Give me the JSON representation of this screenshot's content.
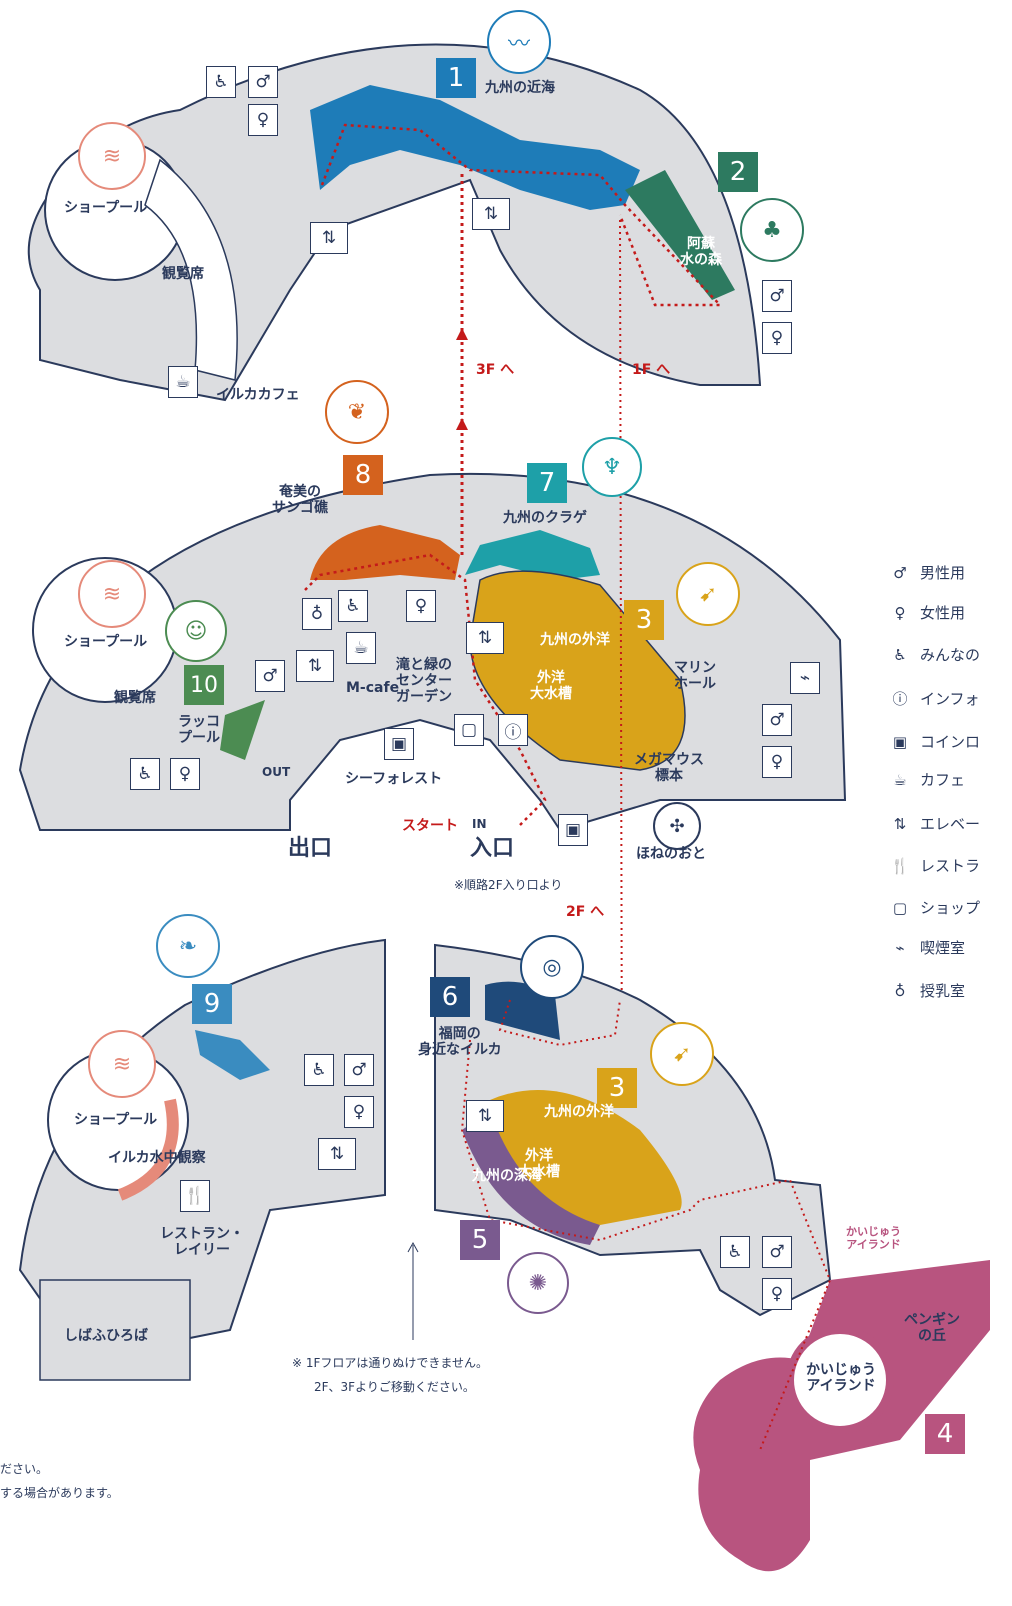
{
  "colors": {
    "floor": "#dcdde0",
    "wall": "#2b3a5c",
    "route": "#c41a1a",
    "zone1": "#1e7cb8",
    "zone2": "#2d7a60",
    "zone3": "#d9a31a",
    "zone4": "#b8547f",
    "zone5": "#7a5a8f",
    "zone6": "#1f4a7a",
    "zone7": "#1ea0a8",
    "zone8": "#d4621e",
    "zone9": "#3a8cc0",
    "zone10": "#4c8c52",
    "pool_ring": "#e58a7a"
  },
  "floor3": {
    "zones": {
      "n1": "1",
      "label1": "九州の近海",
      "n2": "2",
      "label2": "阿蘇\n水の森"
    },
    "show_pool": "ショープール",
    "seats": "観覧席",
    "dolphin_cafe": "イルカカフェ",
    "to_3f": "3F へ",
    "to_1f": "1F へ"
  },
  "floor2": {
    "n8": "8",
    "label8": "奄美の\nサンゴ礁",
    "n7": "7",
    "label7": "九州のクラゲ",
    "n3": "3",
    "tank_arc": "九州の外洋",
    "tank_center": "外洋\n大水槽",
    "n10": "10",
    "label10": "ラッコ\nプール",
    "show_pool": "ショープール",
    "seats": "観覧席",
    "m_cafe": "M-cafe",
    "garden": "滝と緑の\nセンター\nガーデン",
    "marine_hall": "マリン\nホール",
    "megamouth": "メガマウス\n標本",
    "sea_forest": "シーフォレスト",
    "bones": "ほねのおと",
    "out": "OUT",
    "exit": "出口",
    "in": "IN",
    "entrance": "入口",
    "start": "スタート",
    "route_note": "※順路2F入り口より",
    "to_2f": "2F へ"
  },
  "floor1": {
    "n9": "9",
    "show_pool": "ショープール",
    "underwater": "イルカ水中観察",
    "restaurant": "レストラン・\nレイリー",
    "lawn": "しばふひろば",
    "n6": "6",
    "label6": "福岡の\n身近なイルカ",
    "n3": "3",
    "tank_arc": "九州の外洋",
    "tank_center": "外洋\n大水槽",
    "n5": "5",
    "deep_sea": "九州の深海",
    "n4": "4",
    "kaiju_logo": "かいじゅう\nアイランド",
    "kaiju_island": "かいじゅう\nアイランド",
    "penguin": "ペンギン\nの丘",
    "note1": "※ 1Fフロアは通りぬけできません。",
    "note2": "2F、3Fよりご移動ください。"
  },
  "legend": [
    {
      "icon": "male-icon",
      "glyph": "♂",
      "label": "男性用"
    },
    {
      "icon": "female-icon",
      "glyph": "♀",
      "label": "女性用"
    },
    {
      "icon": "accessible-icon",
      "glyph": "♿",
      "label": "みんなの"
    },
    {
      "icon": "info-icon",
      "glyph": "ⓘ",
      "label": "インフォ"
    },
    {
      "icon": "locker-icon",
      "glyph": "▣",
      "label": "コインロ"
    },
    {
      "icon": "cafe-icon",
      "glyph": "☕",
      "label": "カフェ"
    },
    {
      "icon": "elevator-icon",
      "glyph": "⇅",
      "label": "エレベー"
    },
    {
      "icon": "restaurant-icon",
      "glyph": "🍴",
      "label": "レストラ"
    },
    {
      "icon": "shop-icon",
      "glyph": "▢",
      "label": "ショップ"
    },
    {
      "icon": "smoking-icon",
      "glyph": "⌁",
      "label": "喫煙室"
    },
    {
      "icon": "nursing-icon",
      "glyph": "♁",
      "label": "授乳室"
    }
  ],
  "left_notes": [
    "ださい。",
    "する場合があります。"
  ]
}
